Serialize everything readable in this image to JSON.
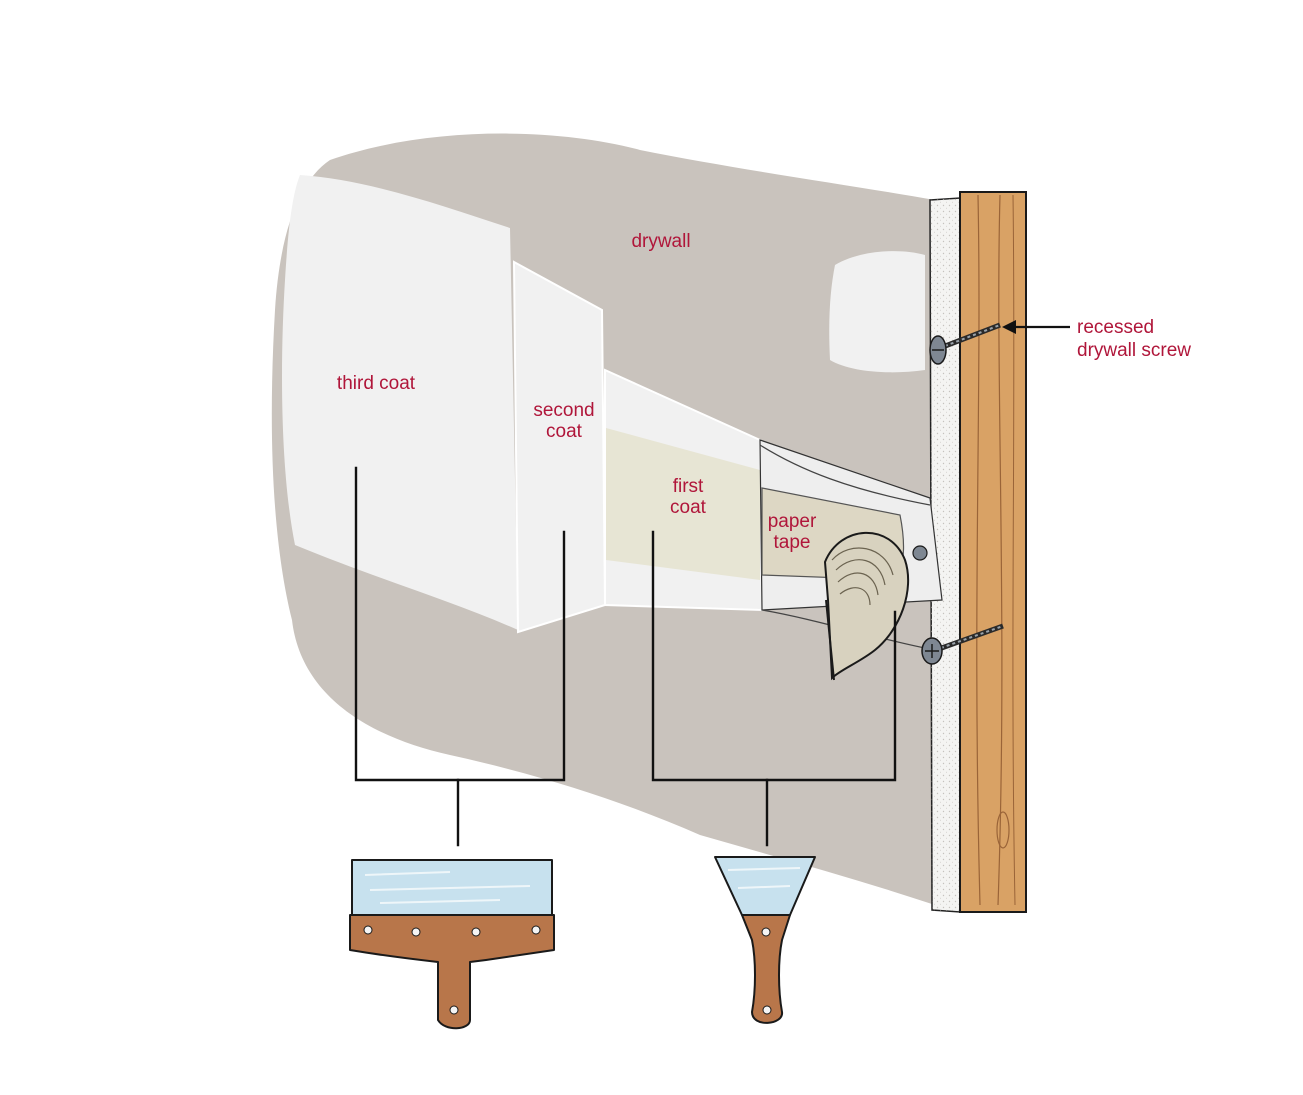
{
  "labels": {
    "drywall": "drywall",
    "third_coat": "third coat",
    "second_coat_line1": "second",
    "second_coat_line2": "coat",
    "first_coat_line1": "first",
    "first_coat_line2": "coat",
    "paper_tape_line1": "paper",
    "paper_tape_line2": "tape",
    "screw_line1": "recessed",
    "screw_line2": "drywall screw"
  },
  "colors": {
    "label_text": "#b0163a",
    "drywall": "#c9c3bd",
    "joint_compound": "#f1f1f1",
    "first_coat_band": "#e7e5d4",
    "paper_tape": "#ddd7c4",
    "stud_wood": "#d9a265",
    "drywall_edge": "#f4f4f2",
    "knife_blade": "#c7e1ee",
    "knife_handle": "#b8764a"
  },
  "icons": {
    "wide_knife": "taping-knife-icon",
    "narrow_knife": "putty-knife-icon",
    "screw": "drywall-screw-icon"
  }
}
